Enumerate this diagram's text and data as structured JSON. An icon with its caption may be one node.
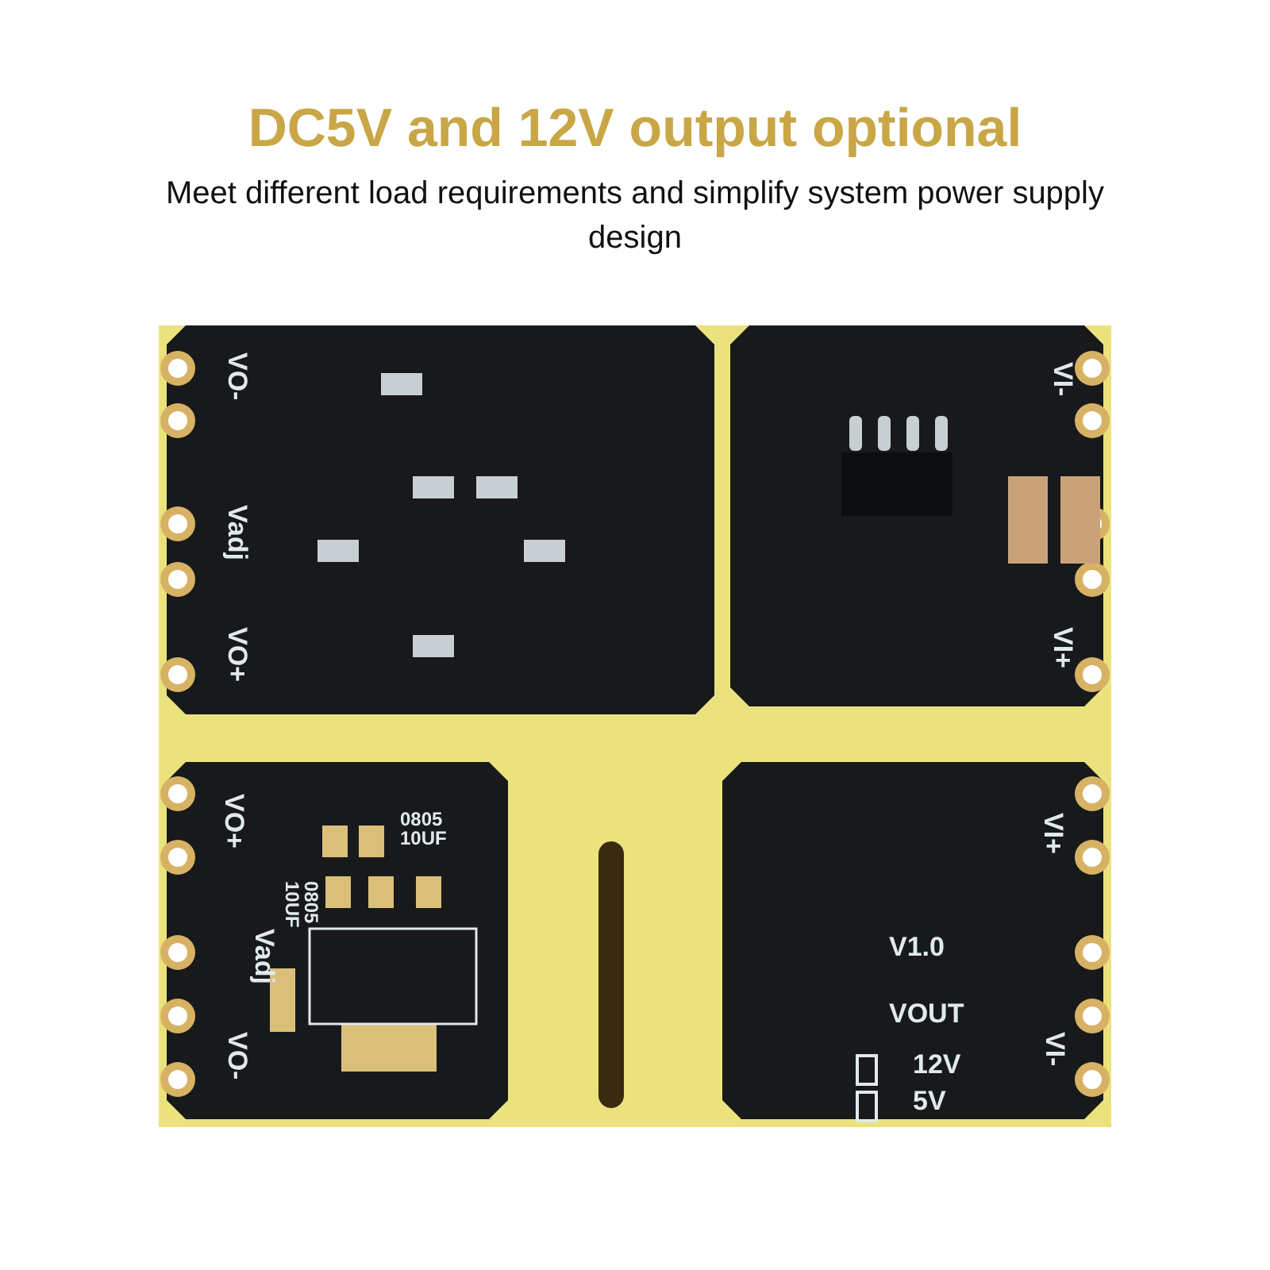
{
  "diagram": {
    "title": "DC5V and 12V output optional",
    "labels": [
      "Meet different load requirements and simplify system power supply design",
      "VO-",
      "Vadj",
      "VO+",
      "VI-",
      "VI+",
      "VO+",
      "0805 10UF",
      "0805 10UF",
      "Vadj",
      "V1.0",
      "VI+",
      "VOUT",
      "12V",
      "5V",
      "VO-",
      "VI-"
    ]
  }
}
